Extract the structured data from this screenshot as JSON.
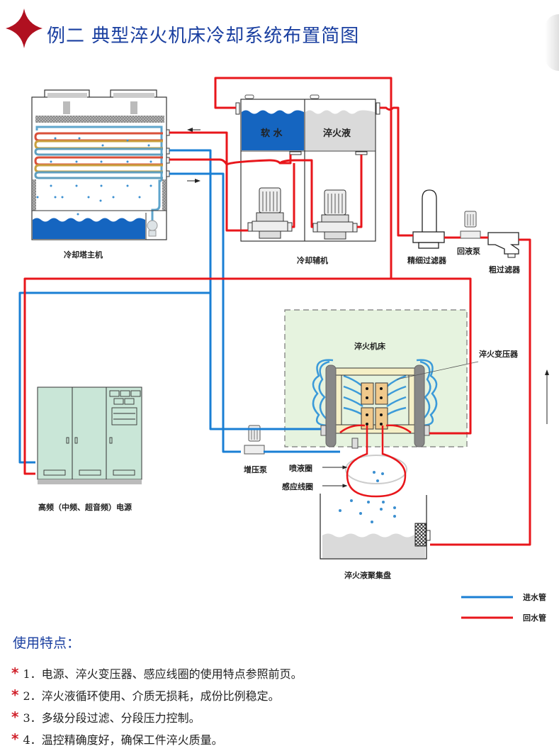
{
  "title": "例二  典型淬火机床冷却系统布置简图",
  "colors": {
    "title_blue": "#1a3fa0",
    "supply_pipe": "#1a7fd4",
    "return_pipe": "#e8161b",
    "diamond_red": "#b01020",
    "water_blue": "#1565c0",
    "quench_bed_fill": "#e6f3df",
    "cabinet_fill": "#c9e6d7"
  },
  "labels": {
    "cooling_tower": "冷却塔主机",
    "aux_cooler": "冷却辅机",
    "soft_water": "软  水",
    "quench_liquid": "淬火液",
    "fine_filter": "精细过滤器",
    "return_pump": "回液泵",
    "coarse_filter": "粗过滤器",
    "quench_machine": "淬火机床",
    "quench_transformer": "淬火变压器",
    "booster_pump": "增压泵",
    "spray_ring": "喷液圈",
    "induction_coil": "感应线圈",
    "collection_tray": "淬火液聚集盘",
    "power_supply": "高频（中频、超音频）电源"
  },
  "legend": [
    {
      "label": "进水管",
      "color": "#1a7fd4"
    },
    {
      "label": "回水管",
      "color": "#e8161b"
    }
  ],
  "features": {
    "title": "使用特点：",
    "items": [
      "1．电源、淬火变压器、感应线圈的使用特点参照前页。",
      "2．淬火液循环使用、介质无损耗，成份比例稳定。",
      "3．多级分段过滤、分段压力控制。",
      "4．温控精确度好，确保工件淬火质量。"
    ],
    "bullet": "*"
  }
}
